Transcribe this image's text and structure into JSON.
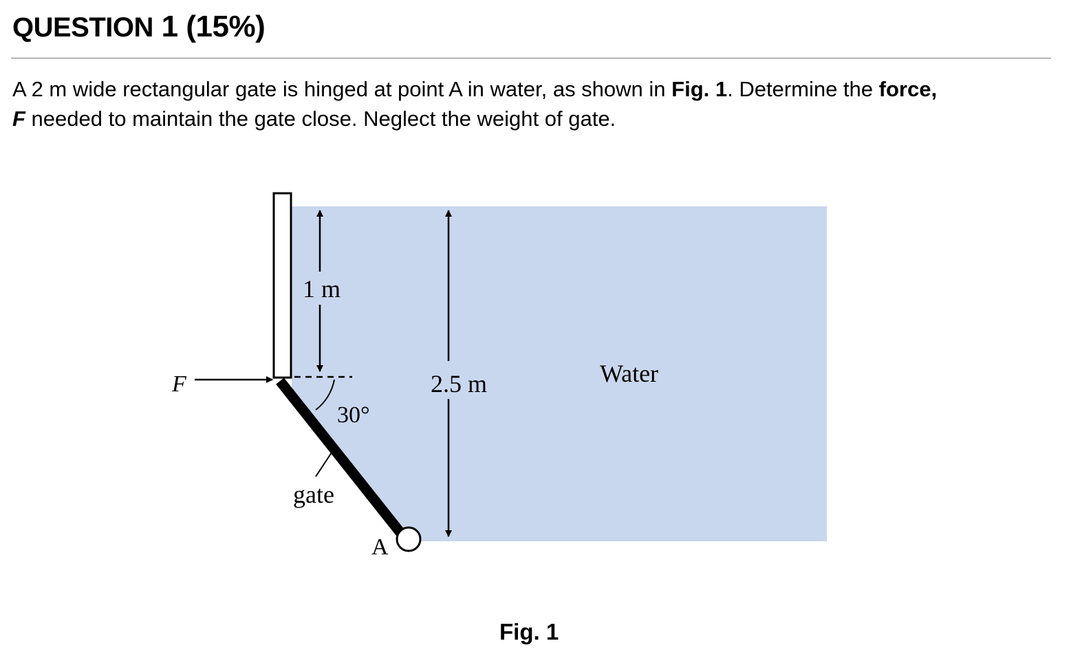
{
  "question": {
    "label": "QUESTION",
    "number": "1",
    "weight": "(15%)"
  },
  "problem": {
    "part1": "A 2 m wide rectangular gate is hinged at point A in water, as shown in ",
    "fig_ref": "Fig. 1",
    "part2": ". Determine the ",
    "force_word": "force,",
    "force_symbol": "F",
    "part3": " needed to maintain the gate close. Neglect the weight of gate."
  },
  "figure": {
    "force_label": "F",
    "upper_dimension": "1 m",
    "angle_label": "30°",
    "depth_dimension": "2.5 m",
    "fluid_label": "Water",
    "gate_label": "gate",
    "hinge_label": "A",
    "caption": "Fig. 1",
    "colors": {
      "water": "#c9d7ee",
      "gate": "#000000",
      "wall_fill": "#ffffff"
    }
  }
}
